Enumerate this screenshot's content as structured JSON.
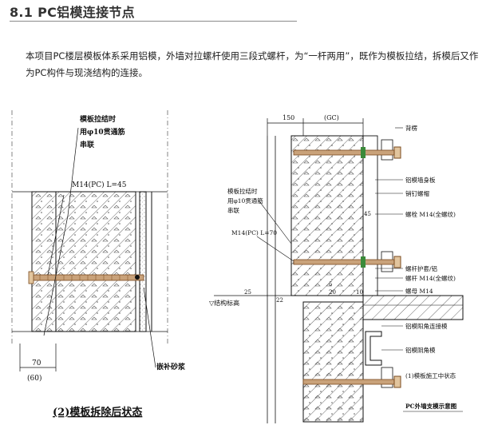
{
  "section": {
    "heading": "8.1 PC铝模连接节点",
    "paragraph": "本项目PC楼层模板体系采用铝模，外墙对拉螺杆使用三段式螺杆，为“一杆两用”，既作为模板拉结，拆模后又作为PC构件与现浇结构的连接。"
  },
  "left_figure": {
    "labels": {
      "tie_line1": "模板拉结时",
      "tie_line2": "用φ10贯通筋",
      "tie_line3": "串联",
      "bolt": "M14(PC) L=45",
      "grout": "嵌补砂浆",
      "dim_70": "70",
      "dim_60": "(60)"
    },
    "caption": "(2)模板拆除后状态"
  },
  "right_figure": {
    "labels": {
      "dim_150": "150",
      "dim_gc": "(GC)",
      "wall": "背楞",
      "panel": "铝模墙身板",
      "pin": "销钉螺帽",
      "tie_line1": "模板拉结时",
      "tie_line2": "用φ10贯通筋",
      "tie_line3": "串联",
      "bolt_pc": "M14(PC) L=70",
      "dim_45": "45",
      "screw_m14": "螺栓 M14(全螺纹)",
      "nut_line1": "螺杆护套/铝",
      "nut_line2": "螺杆 M14(全螺纹)",
      "bolt_m14": "螺母 M14",
      "level": "▽结构标高",
      "corner": "铝模阳角连接模",
      "corner2": "铝模阴角模",
      "state": "(1)模板施工中状态",
      "caption": "PC外墙支模示意图",
      "dim_25": "25",
      "dim_22": "22",
      "dim_5": "5",
      "dim_20": "20",
      "dim_10": "10"
    }
  }
}
